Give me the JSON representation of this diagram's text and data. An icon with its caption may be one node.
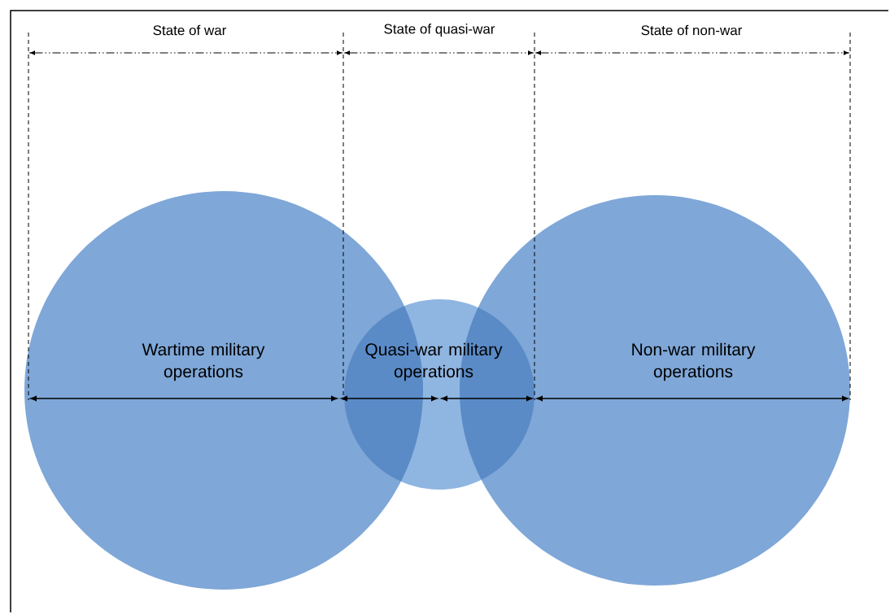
{
  "diagram": {
    "nodes": [
      {
        "text": [
          "Wartime military operations"
        ]
      },
      {
        "text": [
          "Quasi-war military operations"
        ]
      },
      {
        "text": [
          "Non-war military operations"
        ]
      }
    ],
    "labels": [
      "State of war",
      "State of quasi-war",
      "State of non-war"
    ]
  }
}
